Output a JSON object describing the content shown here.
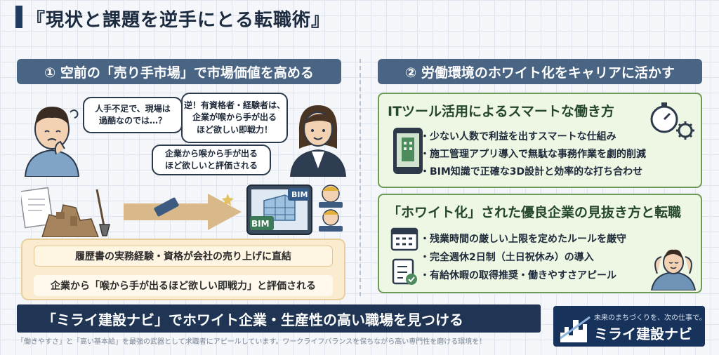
{
  "title": "『現状と課題を逆手にとる転職術』",
  "section1": {
    "heading": "① 空前の「売り手市場」で市場価値を高める",
    "bubble_worker": [
      "人手不足で、現場は",
      "過酷なのでは…？"
    ],
    "bubble_advisor": [
      "逆！有資格者・経験者は、",
      "企業が喉から手が出る",
      "ほど欲しい即戦力！"
    ],
    "bubble_eval": [
      "企業から喉から手が出る",
      "ほど欲しいと評価される"
    ],
    "bim_label_1": "BIM",
    "bim_label_2": "BIM",
    "highlight_1": "履歴書の実務経験・資格が会社の売り上げに直結",
    "highlight_2": "企業から「喉から手が出るほど欲しい即戦力」と評価される"
  },
  "section2": {
    "heading": "② 労働環境のホワイト化をキャリアに活かす",
    "card1": {
      "title": "ITツール活用によるスマートな働き方",
      "bullets": [
        "少ない人数で利益を出すスマートな仕組み",
        "施工管理アプリ導入で無駄な事務作業を劇的削減",
        "BIM知識で正確な3D設計と効率的な打ち合わせ"
      ]
    },
    "card2": {
      "title": "「ホワイト化」された優良企業の見抜き方と転職",
      "bullets": [
        "残業時間の厳しい上限を定めたルールを厳守",
        "完全週休2日制（土日祝休み）の導入",
        "有給休暇の取得推奨・働きやすさアピール"
      ]
    }
  },
  "banner": {
    "text": "「ミライ建設ナビ」でホワイト企業・生産性の高い職場を見つける",
    "sub": "「働きやすさ」と「高い基本給」を最強の武器として求職者にアピールしています。ワークライフバランスを保ちながら高い専門性を磨ける環境を！"
  },
  "logo": {
    "tagline": "未来のまちづくりを、次の仕事で。",
    "name": "ミライ建設ナビ"
  },
  "colors": {
    "navy": "#1f3553",
    "section_header": "#4a6584",
    "green_card": "#eef6e4",
    "green_border": "#6e9a55",
    "beige_panel": "#fbecd0"
  },
  "icons": [
    "worried-worker-icon",
    "advisor-woman-icon",
    "document-icon",
    "rubble-icon",
    "shovel-icon",
    "arrow-icon",
    "bim-tablet-icon",
    "stopwatch-icon",
    "gear-icon",
    "smartphone-app-icon",
    "calendar-icon",
    "checklist-icon",
    "relaxed-worker-icon",
    "city-skyline-logo-icon"
  ]
}
